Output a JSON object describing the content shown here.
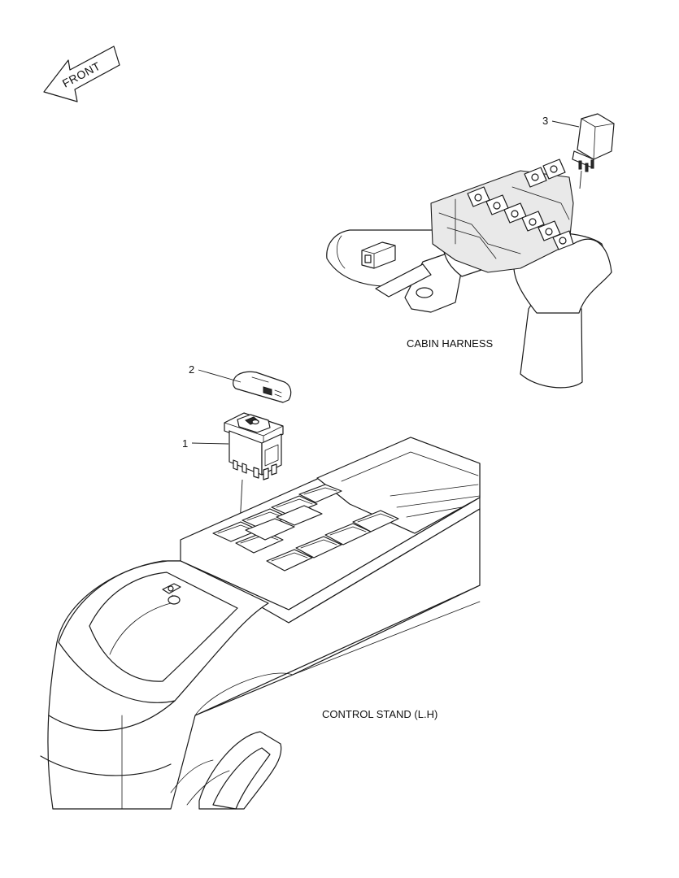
{
  "direction_arrow": {
    "text": "FRONT"
  },
  "labels": {
    "cabin_harness": "CABIN HARNESS",
    "control_stand": "CONTROL STAND (L.H)"
  },
  "callouts": [
    {
      "number": "1",
      "part": "rocker switch body"
    },
    {
      "number": "2",
      "part": "switch cap"
    },
    {
      "number": "3",
      "part": "relay"
    }
  ]
}
